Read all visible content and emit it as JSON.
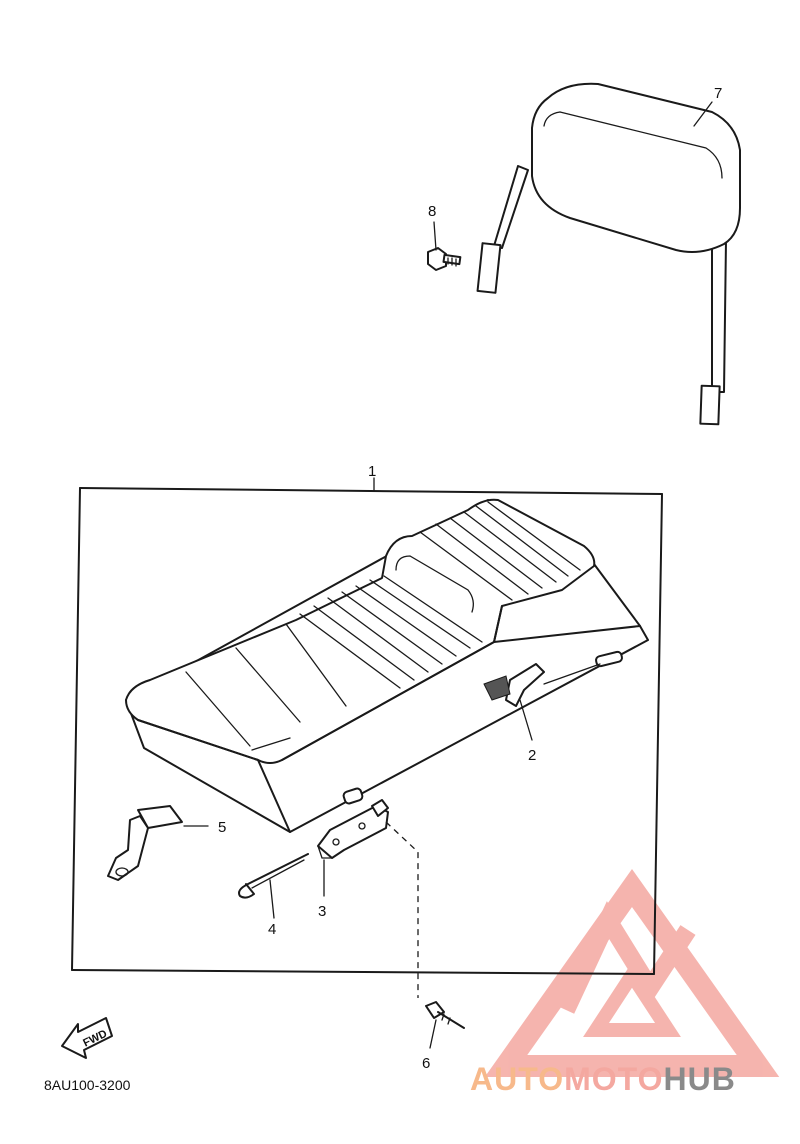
{
  "callouts": {
    "c1": "1",
    "c2": "2",
    "c3": "3",
    "c4": "4",
    "c5": "5",
    "c6": "6",
    "c7": "7",
    "c8": "8"
  },
  "fwd_label": "FWD",
  "diagram_code": "8AU100-3200",
  "watermark": {
    "part1": "AUTO",
    "part2": "MOTO",
    "part3": "HUB",
    "color_accent": "#f4a8a0",
    "color_orange": "#f7b98b",
    "color_gray": "#8a8a8a"
  }
}
